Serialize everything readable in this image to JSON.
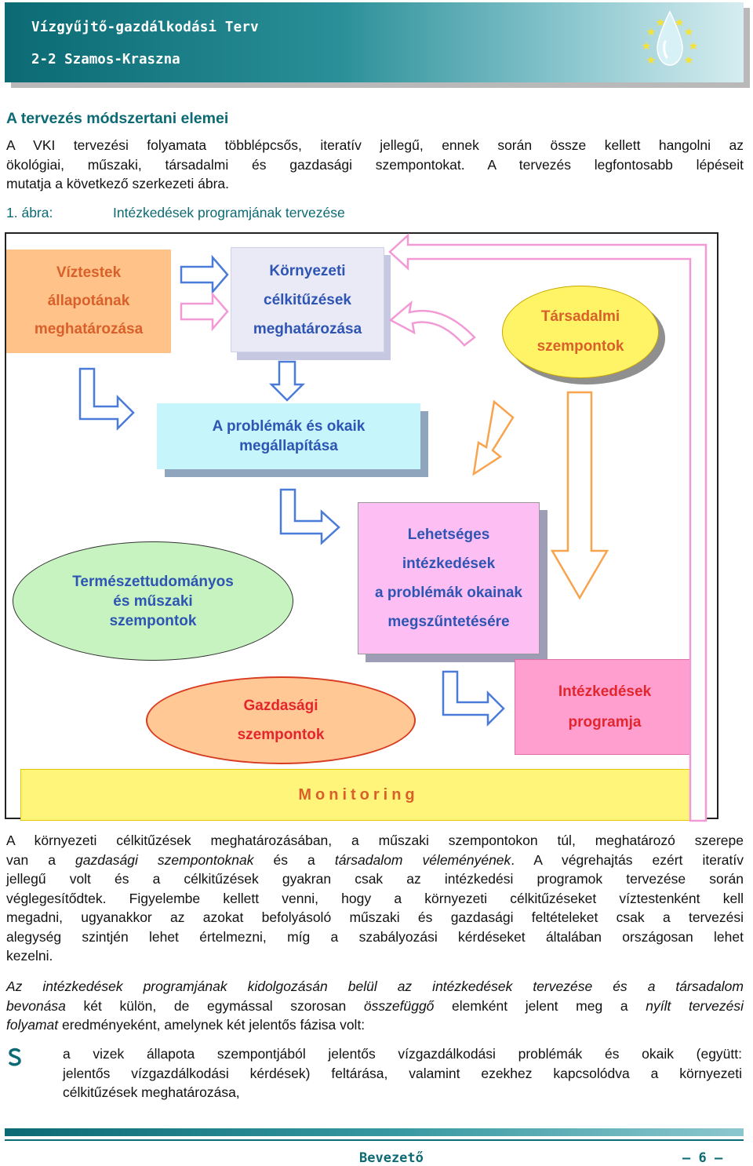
{
  "header": {
    "title": "Vízgyűjtő-gazdálkodási Terv",
    "subtitle": "2-2 Szamos-Kraszna"
  },
  "section": {
    "heading": "A tervezés módszertani elemei",
    "intro_lines": [
      "A VKI tervezési folyamata többlépcsős, iteratív jellegű, ennek során össze kellett hangolni az",
      "ökológiai, műszaki, társadalmi és gazdasági szempontokat. A tervezés legfontosabb lépéseit",
      "mutatja a következő szerkezeti ábra."
    ]
  },
  "figure": {
    "label": "1. ábra:",
    "title": "Intézkedések programjának tervezése",
    "boxes": {
      "viztestek": [
        "Víztestek",
        "állapotának",
        "meghatározása"
      ],
      "kornyezeti": [
        "Környezeti",
        "célkitűzések",
        "meghatározása"
      ],
      "tarsadalmi": [
        "Társadalmi",
        "szempontok"
      ],
      "problemak": [
        "A problémák és okaik",
        "megállapítása"
      ],
      "termeszet": [
        "Természettudományos",
        "és műszaki",
        "szempontok"
      ],
      "lehetseges": [
        "Lehetséges",
        "intézkedések",
        "a problémák okainak",
        "megszűntetésére"
      ],
      "gazdasagi": [
        "Gazdasági",
        "szempontok"
      ],
      "intezkedesek": [
        "Intézkedések",
        "programja"
      ],
      "monitoring": "Monitoring"
    },
    "colors": {
      "orange_text": "#d9602a",
      "blue_text": "#2e55b3",
      "red_text": "#e3262e",
      "arrow_blue": "#4b7bd8",
      "arrow_pink": "#f29ad6",
      "arrow_orange": "#f8a34e"
    }
  },
  "paragraph1_lines": [
    [
      "A környezeti célkitűzések meghatározásában, a műszaki szempontokon túl, meghatározó szerepe"
    ],
    [
      "van a ",
      {
        "i": "gazdasági szempontoknak"
      },
      " és a ",
      {
        "i": "társadalom véleményének"
      },
      ". A végrehajtás ezért iteratív"
    ],
    [
      "jellegű volt és a célkitűzések gyakran csak az intézkedési programok tervezése során"
    ],
    [
      "véglegesítődtek. Figyelembe kellett venni, hogy a környezeti célkitűzéseket víztestenként kell"
    ],
    [
      "megadni, ugyanakkor az azokat befolyásoló műszaki és gazdasági feltételeket csak a tervezési"
    ],
    [
      "alegység szintjén lehet értelmezni, míg a szabályozási kérdéseket általában országosan lehet"
    ],
    [
      "kezelni."
    ]
  ],
  "paragraph2_lines": [
    [
      {
        "i": "Az intézkedések programjának kidolgozásán belül az intézkedések tervezése és a társadalom"
      }
    ],
    [
      {
        "i": "bevonása"
      },
      " két külön, de egymással szorosan ",
      {
        "i": "összefüggő"
      },
      " elemként jelent meg a ",
      {
        "i": "nyílt tervezési"
      }
    ],
    [
      {
        "i": "folyamat"
      },
      " eredményeként, amelynek két jelentős fázisa volt:"
    ]
  ],
  "bullet_lines": [
    "a vizek állapota szempontjából jelentős vízgazdálkodási problémák és okaik (együtt:",
    "jelentős vízgazdálkodási kérdések) feltárása, valamint ezekhez kapcsolódva a környezeti",
    "célkitűzések meghatározása,"
  ],
  "footer": {
    "section": "Bevezető",
    "page": "— 6 —"
  }
}
